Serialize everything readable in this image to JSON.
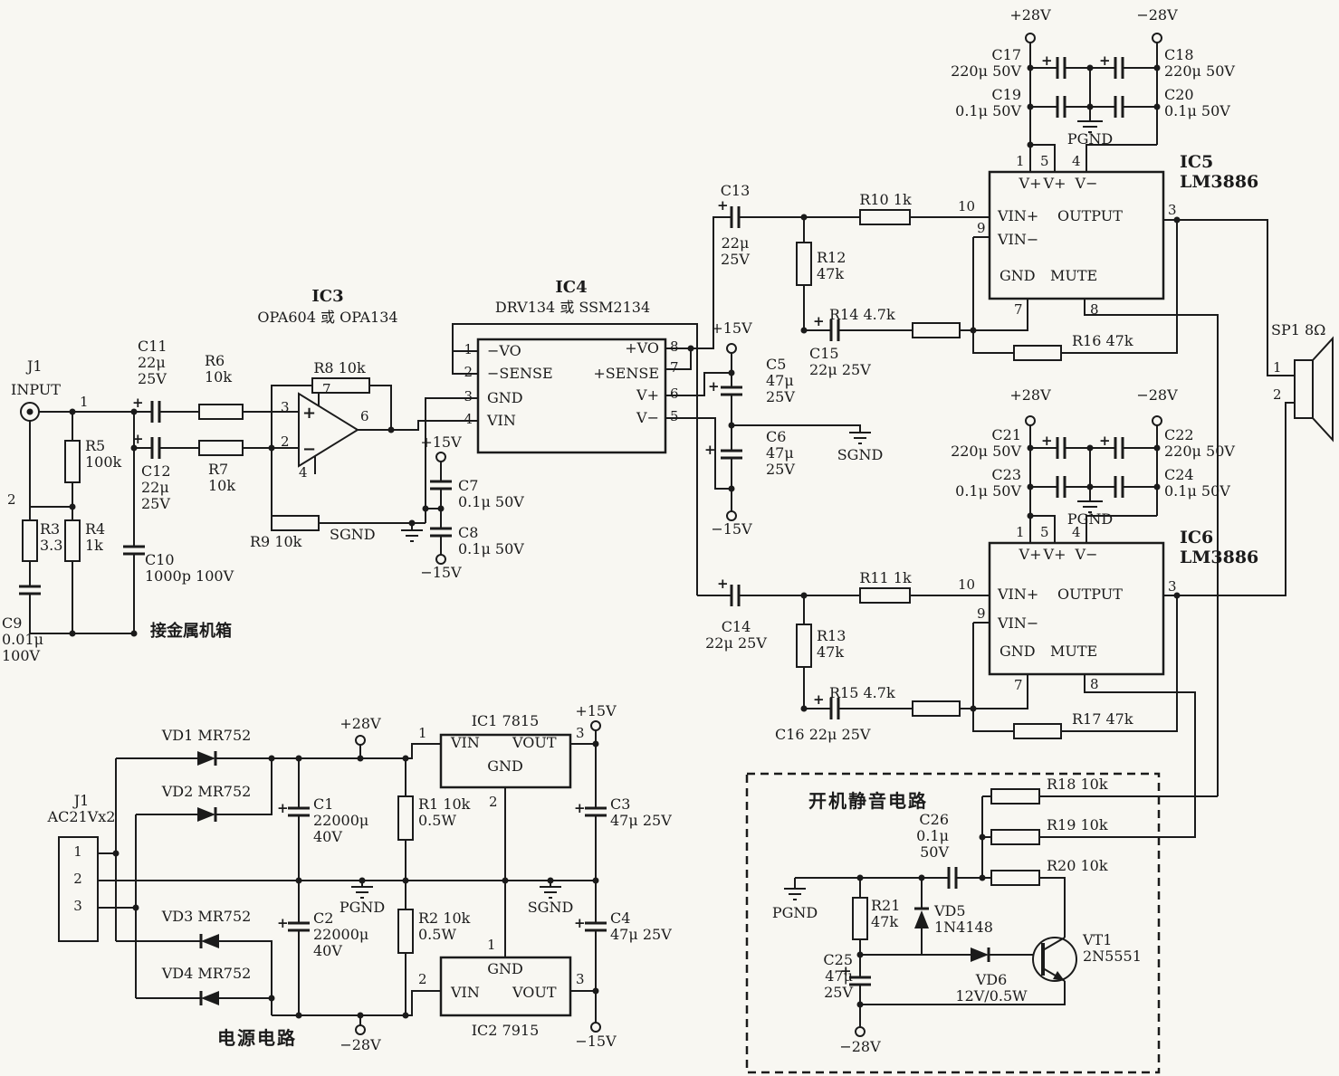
{
  "sym": {
    "plus": "+",
    "minus": "−"
  },
  "pins": {
    "n1": "1",
    "n2": "2",
    "n3": "3",
    "n4": "4",
    "n5": "5",
    "n6": "6",
    "n7": "7",
    "n8": "8",
    "n9": "9",
    "n10": "10"
  },
  "nets": {
    "p28": "+28V",
    "n28": "−28V",
    "p15": "+15V",
    "n15": "−15V",
    "pgnd": "PGND",
    "sgnd": "SGND"
  },
  "lm": {
    "vp": "V+",
    "vm": "V−",
    "vinp": "VIN+",
    "vinm": "VIN−",
    "out": "OUTPUT",
    "gnd": "GND",
    "mute": "MUTE"
  },
  "input": {
    "j1": "J1",
    "input": "INPUT",
    "c11": "C11\n22μ\n25V",
    "r6": "R6\n10k",
    "r5": "R5\n100k",
    "c12": "C12\n22μ\n25V",
    "r7": "R7\n10k",
    "r3": "R3\n3.3",
    "r4": "R4\n1k",
    "c10": "C10\n1000p 100V",
    "c9": "C9\n0.01μ\n100V",
    "chassis": "接金属机箱"
  },
  "preamp": {
    "ic3": "IC3",
    "ic3_sub": "OPA604 或 OPA134",
    "r8": "R8 10k",
    "r9": "R9 10k"
  },
  "driver": {
    "ic4": "IC4",
    "ic4_sub": "DRV134 或 SSM2134",
    "vo_m": "−VO",
    "vo_p": "+VO",
    "sense_m": "−SENSE",
    "sense_p": "+SENSE",
    "gnd": "GND",
    "vin": "VIN",
    "vp": "V+",
    "vm": "V−",
    "c7": "C7\n0.1μ 50V",
    "c8": "C8\n0.1μ 50V",
    "c5": "C5\n47μ\n25V",
    "c6": "C6\n47μ\n25V"
  },
  "amp1": {
    "name": "IC5\nLM3886",
    "c13": "C13",
    "c13v": "22μ 25V",
    "r10": "R10 1k",
    "r12": "R12\n47k",
    "r14": "R14 4.7k",
    "c15": "C15\n22μ 25V",
    "r16": "R16 47k",
    "c17": "C17\n220μ 50V",
    "c18": "C18\n220μ 50V",
    "c19": "C19\n0.1μ 50V",
    "c20": "C20\n0.1μ 50V"
  },
  "amp2": {
    "name": "IC6\nLM3886",
    "c14": "C14\n22μ 25V",
    "r11": "R11 1k",
    "r13": "R13\n47k",
    "r15": "R15 4.7k",
    "c16": "C16 22μ 25V",
    "r17": "R17 47k",
    "c21": "C21\n220μ 50V",
    "c22": "C22\n220μ 50V",
    "c23": "C23\n0.1μ 50V",
    "c24": "C24\n0.1μ 50V"
  },
  "speaker": {
    "sp1": "SP1 8Ω"
  },
  "psu": {
    "title": "电源电路",
    "j1": "J1\nAC21Vx2",
    "vd1": "VD1 MR752",
    "vd2": "VD2 MR752",
    "vd3": "VD3 MR752",
    "vd4": "VD4 MR752",
    "c1": "C1\n22000μ\n40V",
    "c2": "C2\n22000μ\n40V",
    "r1": "R1 10k\n0.5W",
    "r2": "R2 10k\n0.5W",
    "ic1": "IC1 7815",
    "ic2": "IC2 7915",
    "vin": "VIN",
    "vout": "VOUT",
    "gnd": "GND",
    "c3": "C3\n47μ 25V",
    "c4": "C4\n47μ 25V"
  },
  "mute": {
    "title": "开机静音电路",
    "c26": "C26\n0.1μ\n50V",
    "r18": "R18 10k",
    "r19": "R19 10k",
    "r20": "R20 10k",
    "r21": "R21\n47k",
    "vd5": "VD5\n1N4148",
    "vd6": "VD6\n12V/0.5W",
    "vt1": "VT1\n2N5551",
    "c25": "C25\n47μ\n25V"
  }
}
